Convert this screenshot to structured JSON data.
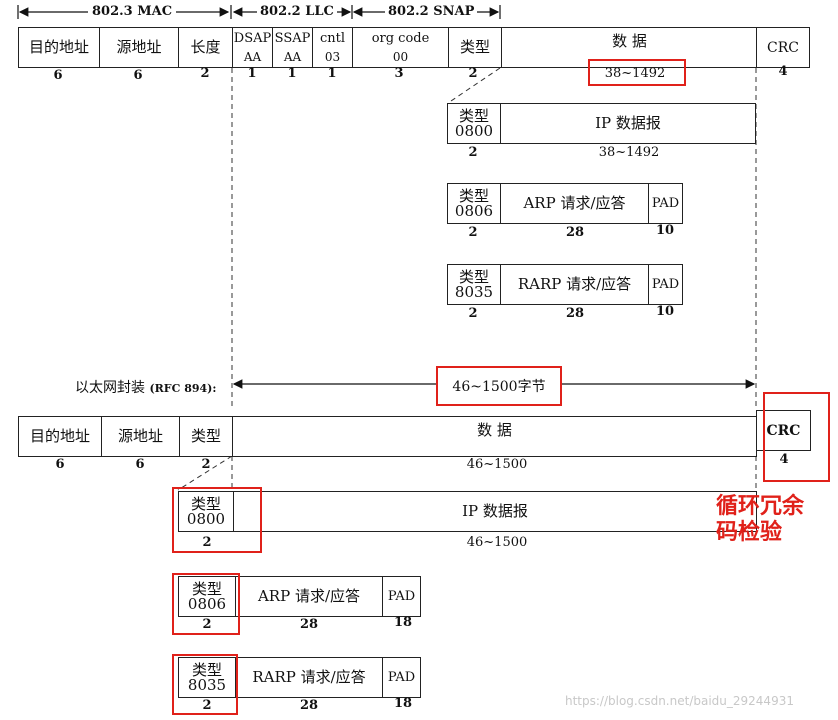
{
  "header": {
    "mac": "802.3 MAC",
    "llc": "802.2 LLC",
    "snap": "802.2 SNAP"
  },
  "ieee_frame": {
    "fields": {
      "dst": "目的地址",
      "src": "源地址",
      "len": "长度",
      "dsap": "DSAP",
      "dsap_val": "AA",
      "ssap": "SSAP",
      "ssap_val": "AA",
      "cntl": "cntl",
      "cntl_val": "03",
      "org": "org code",
      "org_val": "00",
      "type": "类型",
      "data": "数 据",
      "crc": "CRC"
    },
    "sizes": {
      "dst": "6",
      "src": "6",
      "len": "2",
      "dsap": "1",
      "ssap": "1",
      "cntl": "1",
      "org": "3",
      "type": "2",
      "data": "38~1492",
      "crc": "4"
    },
    "subframes": [
      {
        "type_label": "类型",
        "type_val": "0800",
        "payload": "IP 数据报",
        "type_size": "2",
        "payload_size": "38~1492"
      },
      {
        "type_label": "类型",
        "type_val": "0806",
        "payload": "ARP 请求/应答",
        "pad": "PAD",
        "type_size": "2",
        "payload_size": "28",
        "pad_size": "10"
      },
      {
        "type_label": "类型",
        "type_val": "8035",
        "payload": "RARP 请求/应答",
        "pad": "PAD",
        "type_size": "2",
        "payload_size": "28",
        "pad_size": "10"
      }
    ]
  },
  "ethernet_frame": {
    "caption": "以太网封装",
    "caption_rfc": "(RFC 894):",
    "range": "46~1500字节",
    "fields": {
      "dst": "目的地址",
      "src": "源地址",
      "type": "类型",
      "data": "数 据",
      "crc": "CRC"
    },
    "sizes": {
      "dst": "6",
      "src": "6",
      "type": "2",
      "data": "46~1500",
      "crc": "4"
    },
    "subframes": [
      {
        "type_label": "类型",
        "type_val": "0800",
        "payload": "IP 数据报",
        "type_size": "2",
        "payload_size": "46~1500"
      },
      {
        "type_label": "类型",
        "type_val": "0806",
        "payload": "ARP 请求/应答",
        "pad": "PAD",
        "type_size": "2",
        "payload_size": "28",
        "pad_size": "18"
      },
      {
        "type_label": "类型",
        "type_val": "8035",
        "payload": "RARP 请求/应答",
        "pad": "PAD",
        "type_size": "2",
        "payload_size": "28",
        "pad_size": "18"
      }
    ]
  },
  "annotation": {
    "crc_line1": "循环冗余",
    "crc_line2": "码检验"
  },
  "watermark": "https://blog.csdn.net/baidu_29244931",
  "colors": {
    "highlight": "#e0211a",
    "line": "#222222"
  }
}
